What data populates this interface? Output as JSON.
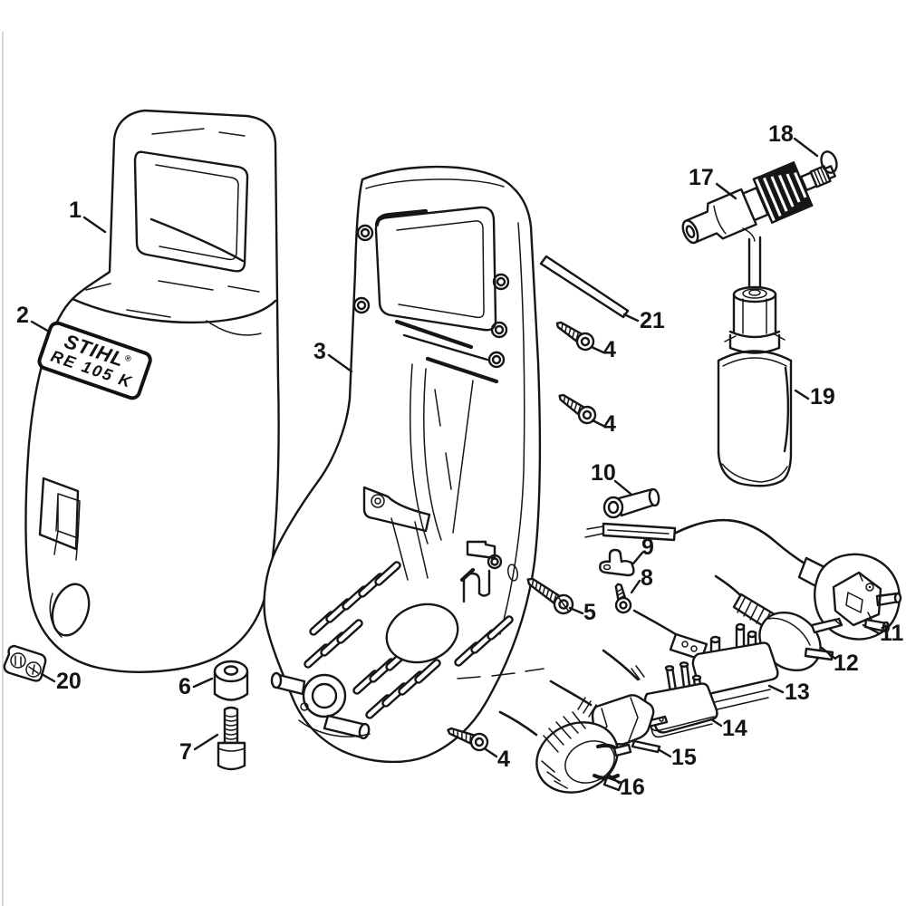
{
  "badge": {
    "brand": "STIHL",
    "reg": "®",
    "model": "RE 105 K"
  },
  "callouts": [
    {
      "text": "1"
    },
    {
      "text": "2"
    },
    {
      "text": "3"
    },
    {
      "text": "4"
    },
    {
      "text": "4"
    },
    {
      "text": "4"
    },
    {
      "text": "5"
    },
    {
      "text": "6"
    },
    {
      "text": "7"
    },
    {
      "text": "8"
    },
    {
      "text": "9"
    },
    {
      "text": "10"
    },
    {
      "text": "11"
    },
    {
      "text": "12"
    },
    {
      "text": "13"
    },
    {
      "text": "14"
    },
    {
      "text": "15"
    },
    {
      "text": "16"
    },
    {
      "text": "17"
    },
    {
      "text": "18"
    },
    {
      "text": "19"
    },
    {
      "text": "20"
    },
    {
      "text": "21"
    }
  ],
  "colors": {
    "ink": "#161616",
    "paper": "#ffffff",
    "edge_strip": "#d6d6d6"
  }
}
